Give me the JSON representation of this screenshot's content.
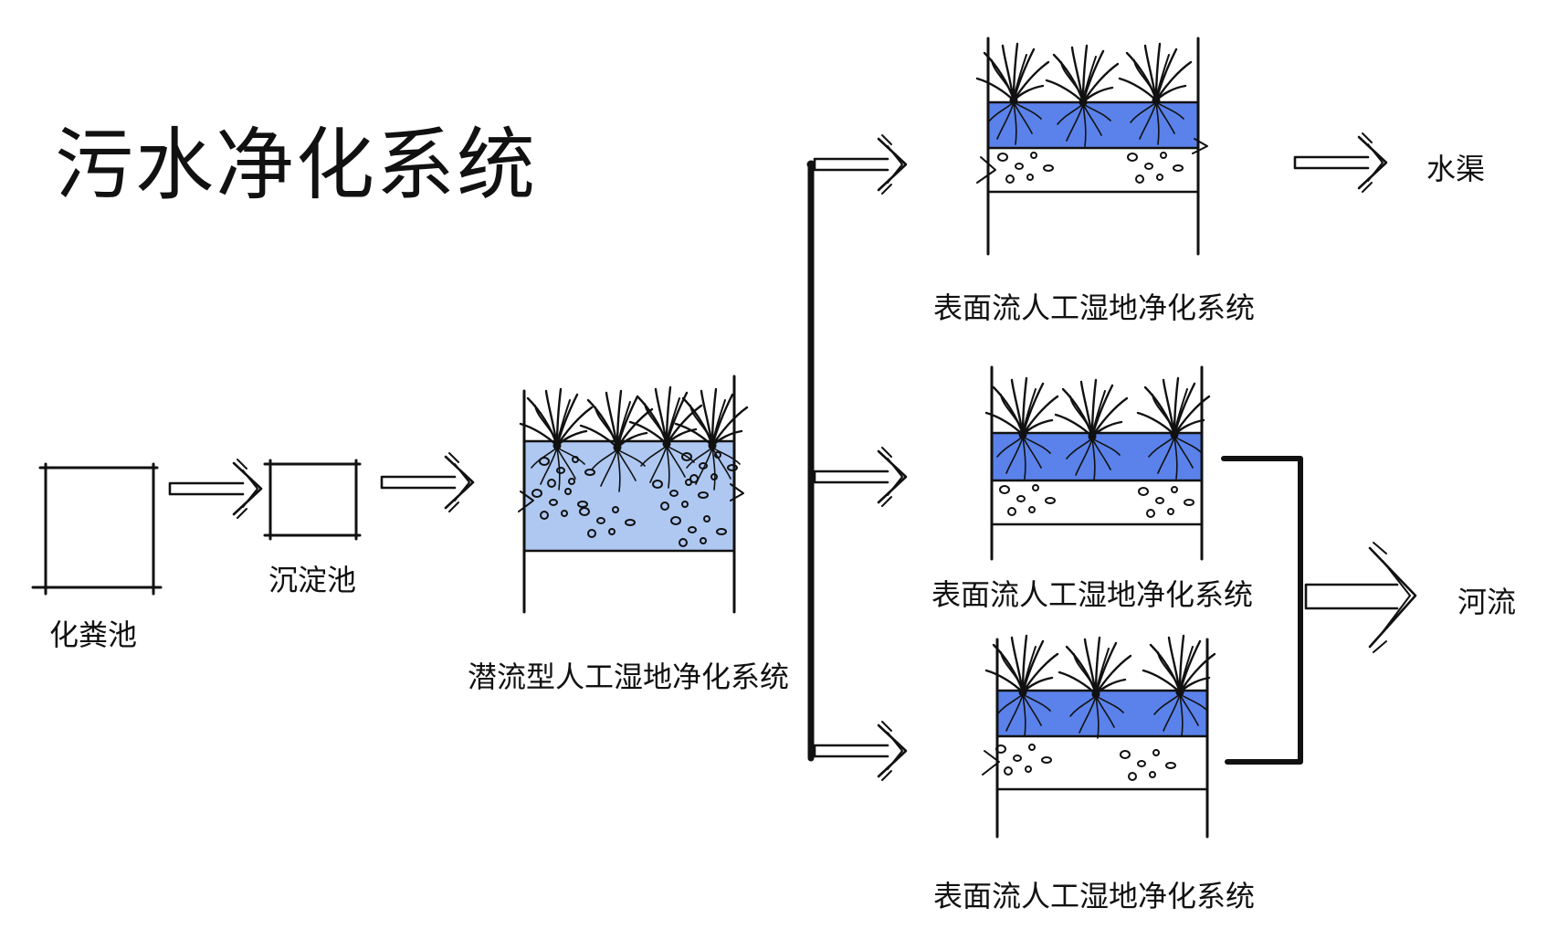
{
  "title": "污水净化系统",
  "labels": {
    "septic_tank": "化粪池",
    "sedimentation_tank": "沉淀池",
    "subsurface_wetland": "潜流型人工湿地净化系统",
    "surface_wetland_top": "表面流人工湿地净化系统",
    "surface_wetland_middle": "表面流人工湿地净化系统",
    "surface_wetland_bottom": "表面流人工湿地净化系统",
    "canal": "水渠",
    "river": "河流"
  },
  "colors": {
    "light_water": "#aec8f2",
    "deep_water": "#5a82ea",
    "ink": "#111111"
  }
}
